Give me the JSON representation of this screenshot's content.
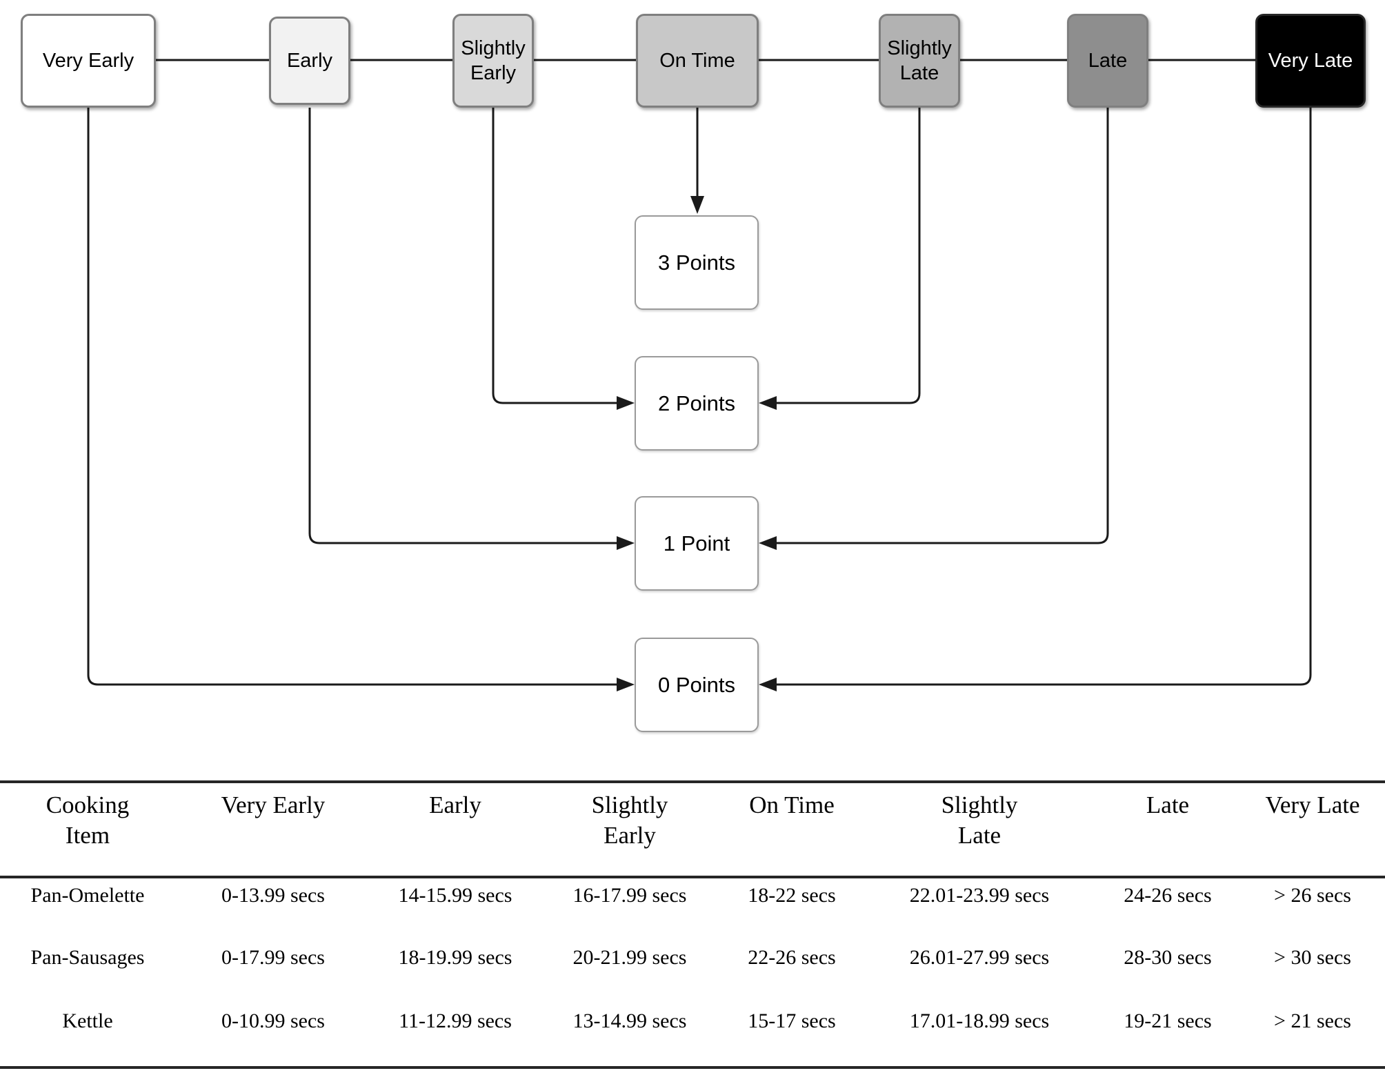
{
  "diagram": {
    "line_color": "#1a1a1a",
    "nodes": [
      {
        "id": "very-early",
        "label": "Very Early",
        "bg": "#ffffff",
        "fg": "#000000"
      },
      {
        "id": "early",
        "label": "Early",
        "bg": "#f2f2f2",
        "fg": "#000000"
      },
      {
        "id": "slightly-early",
        "label": "Slightly Early",
        "bg": "#d9d9d9",
        "fg": "#000000"
      },
      {
        "id": "on-time",
        "label": "On Time",
        "bg": "#c8c8c8",
        "fg": "#000000"
      },
      {
        "id": "slightly-late",
        "label": "Slightly Late",
        "bg": "#b2b2b2",
        "fg": "#000000"
      },
      {
        "id": "late",
        "label": "Late",
        "bg": "#8e8e8e",
        "fg": "#000000"
      },
      {
        "id": "very-late",
        "label": "Very Late",
        "bg": "#000000",
        "fg": "#ffffff"
      }
    ],
    "points": [
      {
        "id": "3-points",
        "label": "3 Points"
      },
      {
        "id": "2-points",
        "label": "2 Points"
      },
      {
        "id": "1-point",
        "label": "1 Point"
      },
      {
        "id": "0-points",
        "label": "0 Points"
      }
    ],
    "edges": [
      {
        "from": "on-time",
        "to": "3-points"
      },
      {
        "from": "slightly-early",
        "to": "2-points"
      },
      {
        "from": "slightly-late",
        "to": "2-points"
      },
      {
        "from": "early",
        "to": "1-point"
      },
      {
        "from": "late",
        "to": "1-point"
      },
      {
        "from": "very-early",
        "to": "0-points"
      },
      {
        "from": "very-late",
        "to": "0-points"
      }
    ]
  },
  "table": {
    "headers": [
      "Cooking\nItem",
      "Very Early",
      "Early",
      "Slightly\nEarly",
      "On Time",
      "Slightly\nLate",
      "Late",
      "Very Late"
    ],
    "rows": [
      {
        "item": "Pan-Omelette",
        "cells": [
          "Pan-Omelette",
          "0-13.99 secs",
          "14-15.99 secs",
          "16-17.99 secs",
          "18-22 secs",
          "22.01-23.99 secs",
          "24-26 secs",
          "> 26 secs"
        ]
      },
      {
        "item": "Pan-Sausages",
        "cells": [
          "Pan-Sausages",
          "0-17.99 secs",
          "18-19.99 secs",
          "20-21.99 secs",
          "22-26 secs",
          "26.01-27.99 secs",
          "28-30 secs",
          "> 30 secs"
        ]
      },
      {
        "item": "Kettle",
        "cells": [
          "Kettle",
          "0-10.99 secs",
          "11-12.99 secs",
          "13-14.99 secs",
          "15-17 secs",
          "17.01-18.99 secs",
          "19-21 secs",
          "> 21 secs"
        ]
      }
    ]
  }
}
